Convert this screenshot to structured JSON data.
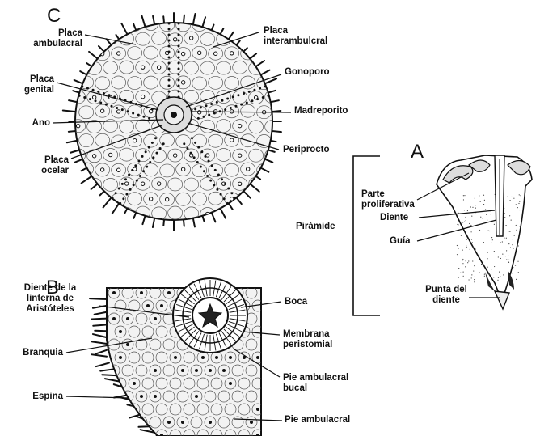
{
  "panels": {
    "C": {
      "letter": "C",
      "labels": {
        "placa_ambulacral": "Placa\nambulacral",
        "placa_interambulacral": "Placa\ninterambulcral",
        "gonoporo": "Gonoporo",
        "placa_genital": "Placa\ngenital",
        "madreporito": "Madreporito",
        "ano": "Ano",
        "periprocto": "Periprocto",
        "placa_ocelar": "Placa\nocelar"
      }
    },
    "B": {
      "letter": "B",
      "labels": {
        "diente_linterna": "Diente de la\nlinterna de\nAristóteles",
        "boca": "Boca",
        "membrana": "Membrana\nperistomial",
        "branquia": "Branquia",
        "pie_bucal": "Pie ambulacral\nbucal",
        "espina": "Espina",
        "pie_ambulacral": "Pie ambulacral"
      }
    },
    "A": {
      "letter": "A",
      "bracket_label": "Pirámide",
      "labels": {
        "parte_proliferativa": "Parte\nproliferativa",
        "diente": "Diente",
        "guia": "Guía",
        "punta": "Punta del\ndiente"
      }
    }
  },
  "colors": {
    "ink": "#111111",
    "stipple": "#444444",
    "paper": "#ffffff"
  }
}
